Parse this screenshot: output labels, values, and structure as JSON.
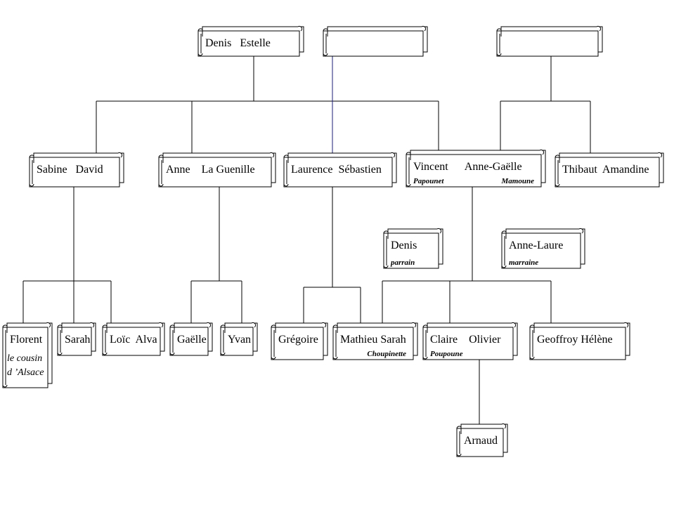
{
  "colors": {
    "line": "#000000",
    "blue_line": "#1a1a8c",
    "scroll_fill": "#ffffff",
    "scroll_stroke": "#000000"
  },
  "nodes": [
    {
      "id": "denis-estelle",
      "name": "Denis   Estelle"
    },
    {
      "id": "blank-top-1",
      "name": ""
    },
    {
      "id": "blank-top-2",
      "name": ""
    },
    {
      "id": "sabine-david",
      "name": "Sabine   David"
    },
    {
      "id": "anne-laguenille",
      "name": "Anne    La Guenille"
    },
    {
      "id": "laurence-sebastien",
      "name": "Laurence  Sébastien"
    },
    {
      "id": "vincent-annegaelle",
      "name": "Vincent      Anne-Gaëlle",
      "note_left": "Papounet",
      "note_right": "Mamoune"
    },
    {
      "id": "thibaut-amandine",
      "name": "Thibaut  Amandine"
    },
    {
      "id": "denis-parrain",
      "name": "Denis",
      "note_left": "parrain"
    },
    {
      "id": "annelaure-marraine",
      "name": "Anne-Laure",
      "note_left": "marraine"
    },
    {
      "id": "florent",
      "name": "Florent",
      "note_lines": [
        "le cousin",
        "d ’Alsace"
      ]
    },
    {
      "id": "sarah",
      "name": "Sarah"
    },
    {
      "id": "loic-alva",
      "name": "Loïc  Alva"
    },
    {
      "id": "gaelle",
      "name": "Gaëlle"
    },
    {
      "id": "yvan",
      "name": "Yvan"
    },
    {
      "id": "gregoire",
      "name": "Grégoire"
    },
    {
      "id": "mathieu-sarah",
      "name": "Mathieu Sarah",
      "note_right": "Choupinette"
    },
    {
      "id": "claire-olivier",
      "name": "Claire    Olivier",
      "note_left": "Poupoune"
    },
    {
      "id": "geoffroy-helene",
      "name": "Geoffroy Hélène"
    },
    {
      "id": "arnaud",
      "name": "Arnaud"
    }
  ]
}
